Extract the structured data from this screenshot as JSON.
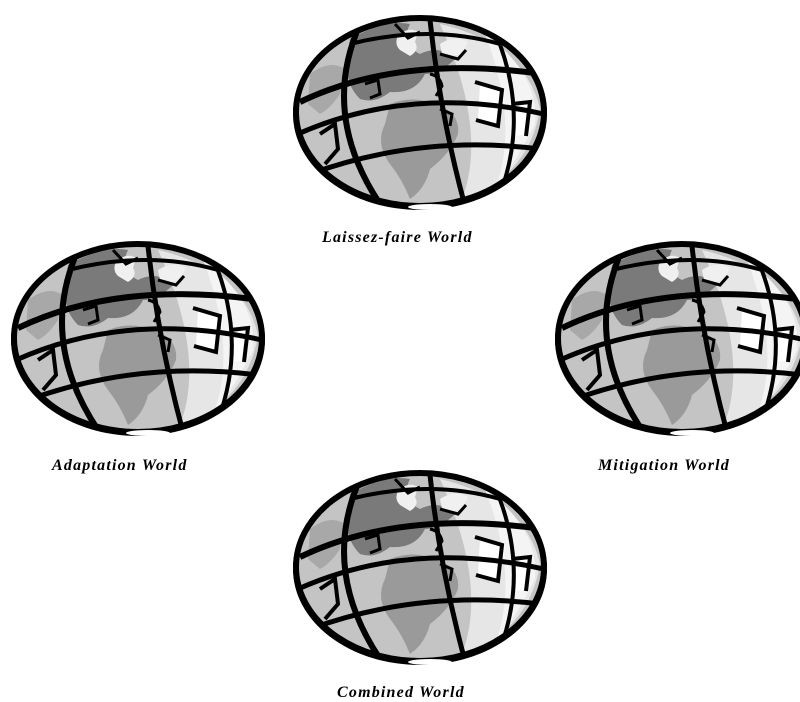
{
  "scenarios": [
    {
      "id": "top",
      "label": "Laissez-faire World"
    },
    {
      "id": "left",
      "label": "Adaptation World"
    },
    {
      "id": "right",
      "label": "Mitigation World"
    },
    {
      "id": "bottom",
      "label": "Combined World"
    }
  ],
  "icon": "globe-icon",
  "colors": {
    "outline": "#000000",
    "land": "#8c8c8c",
    "ocean": "#c4c4c4",
    "highlight": "#ececec"
  }
}
